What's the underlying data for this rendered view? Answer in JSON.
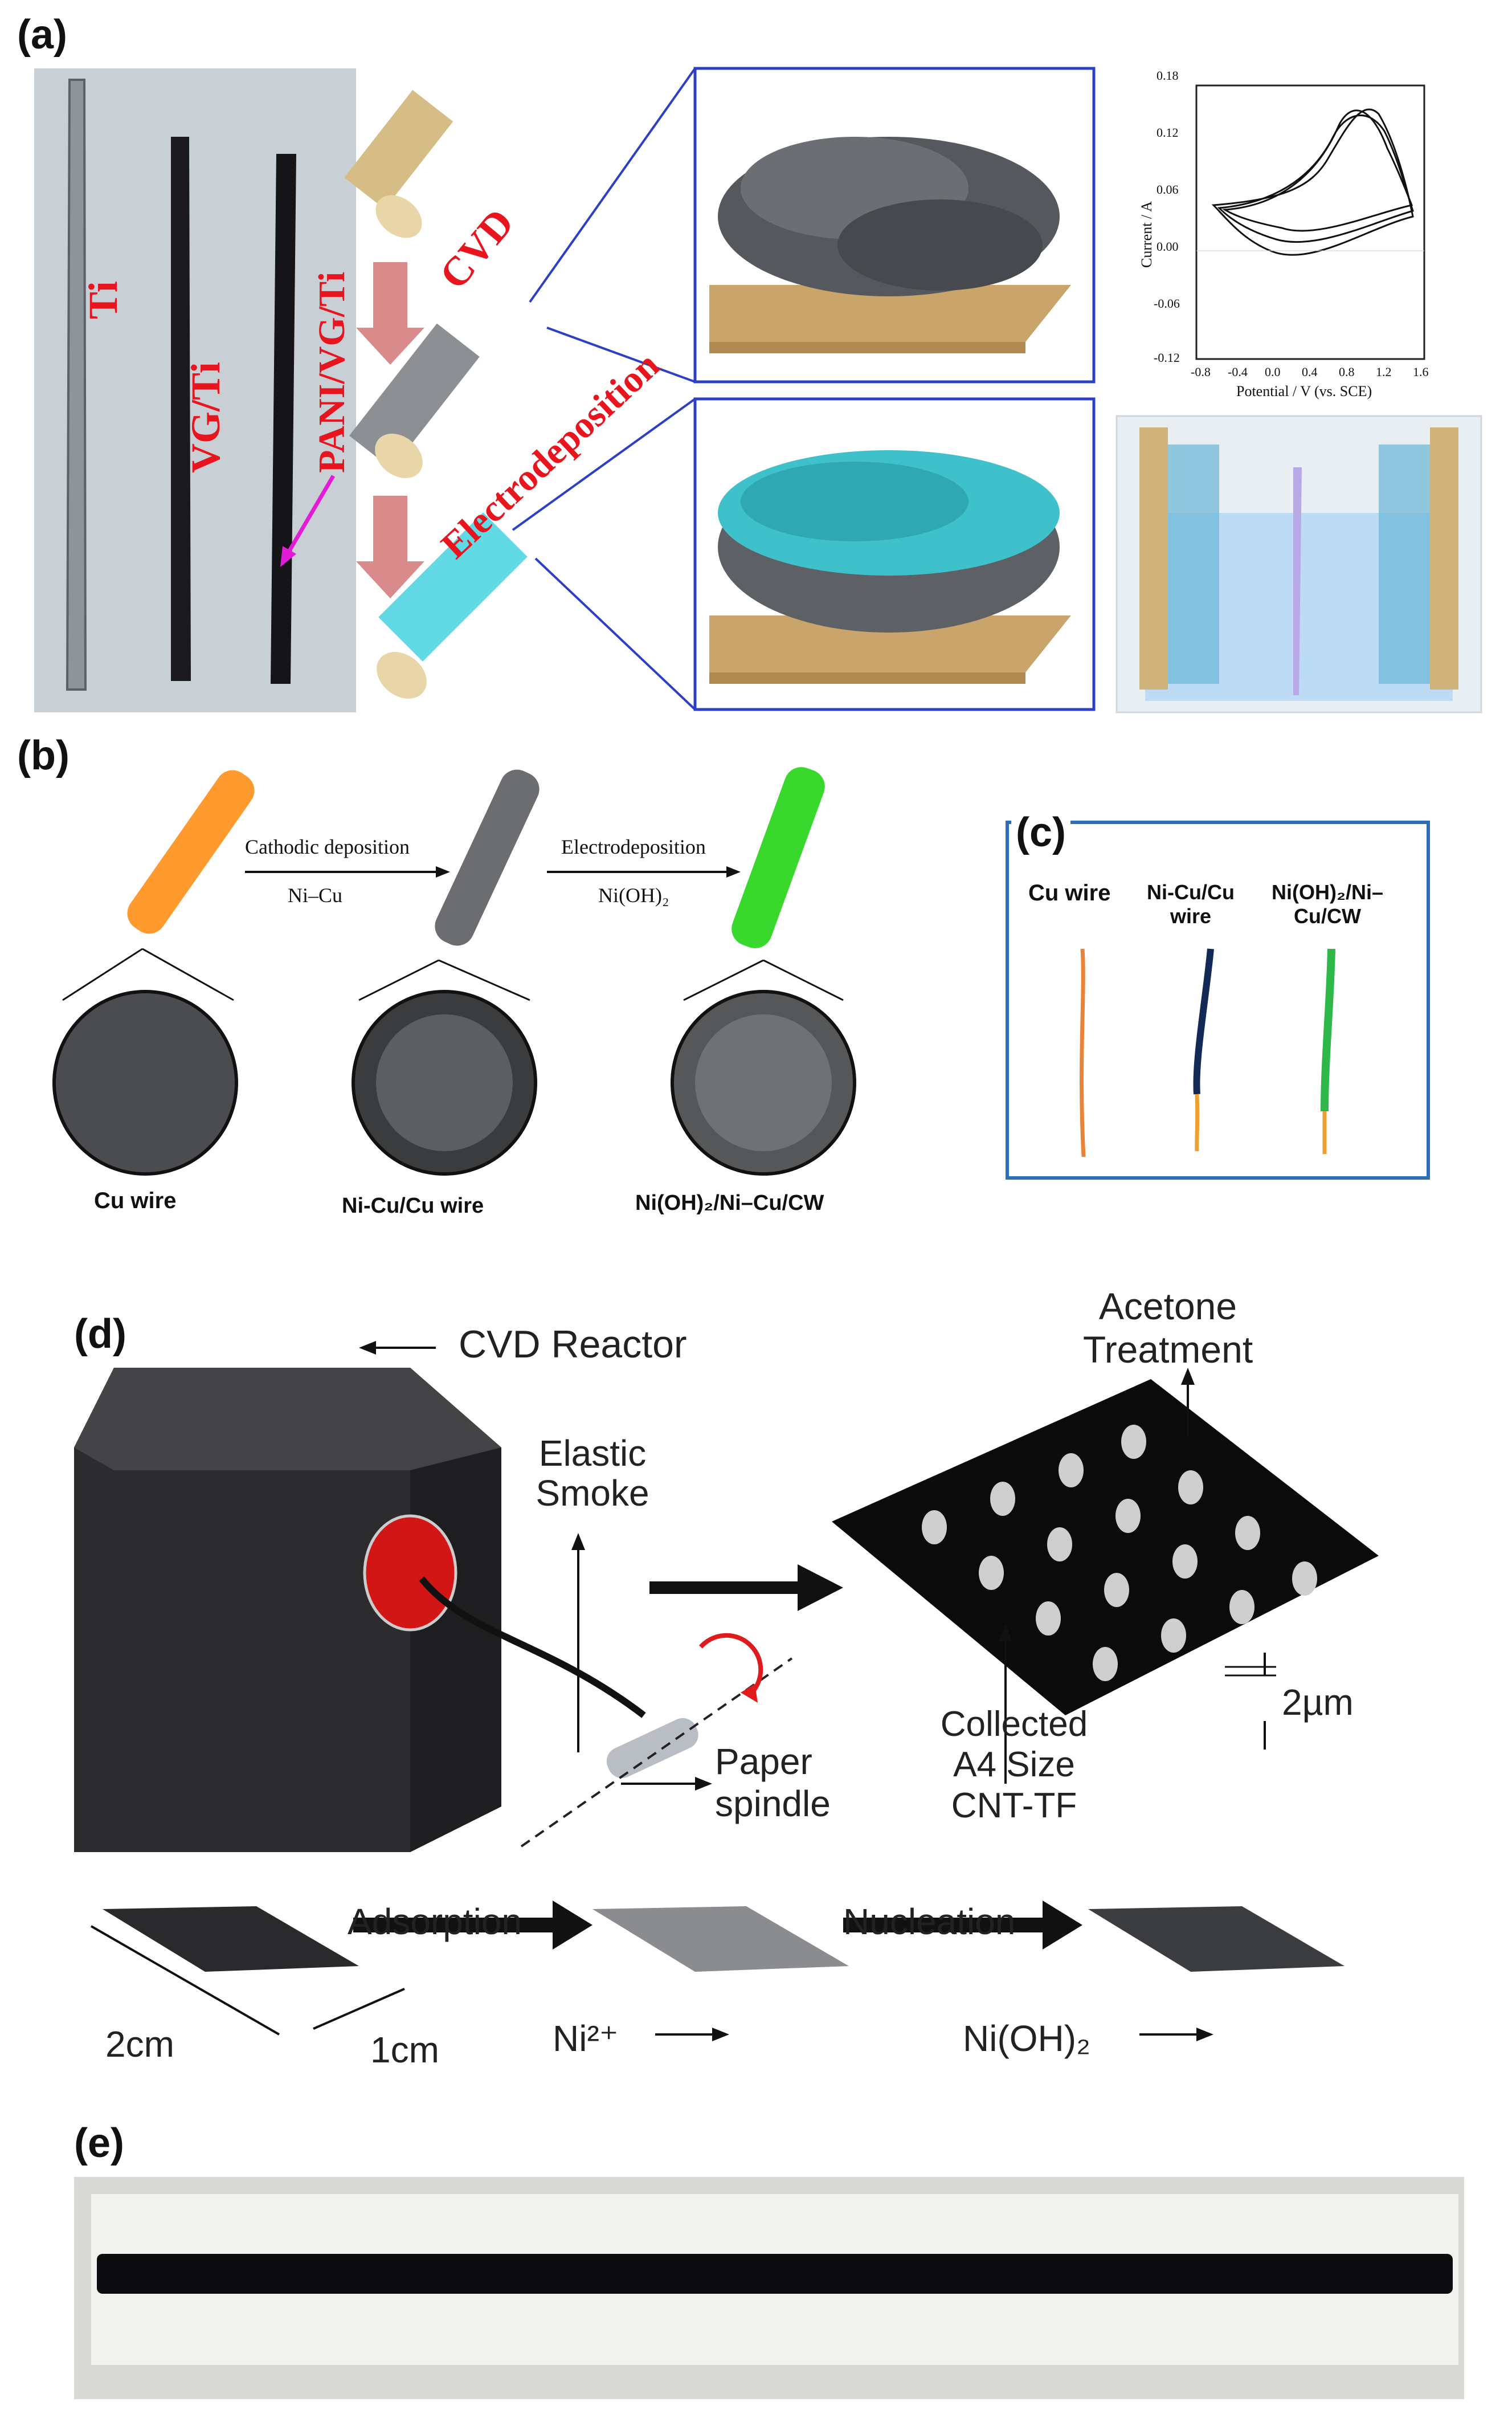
{
  "panels": {
    "a": "(a)",
    "b": "(b)",
    "c": "(c)",
    "d": "(d)",
    "e": "(e)"
  },
  "panel_a": {
    "photo_labels": [
      "Ti",
      "VG/Ti",
      "PANI/VG/Ti"
    ],
    "step1": "CVD",
    "step2": "Electrodeposition",
    "cv_plot": {
      "xlabel": "Potential / V (vs. SCE)",
      "ylabel": "Current / A",
      "xticks": [
        "-0.8",
        "-0.4",
        "0.0",
        "0.4",
        "0.8",
        "1.2",
        "1.6"
      ],
      "yticks": [
        "0.18",
        "0.12",
        "0.06",
        "0.00",
        "-0.06",
        "-0.12"
      ]
    }
  },
  "panel_b": {
    "step1_top": "Cathodic deposition",
    "step1_bottom": "Ni–Cu",
    "step2_top": "Electrodeposition",
    "step2_bottom": "Ni(OH)₂",
    "labels": [
      "Cu wire",
      "Ni-Cu/Cu wire",
      "Ni(OH)₂/Ni–Cu/CW"
    ]
  },
  "panel_c": {
    "labels": [
      "Cu wire",
      "Ni-Cu/Cu wire",
      "Ni(OH)₂/Ni–Cu/CW"
    ]
  },
  "panel_d": {
    "reactor": "CVD Reactor",
    "smoke": "Elastic Smoke",
    "spindle": "Paper spindle",
    "acetone": "Acetone Treatment",
    "collected": "Collected A4 Size CNT-TF",
    "thickness": "2µm",
    "adsorption": "Adsorption",
    "nucleation": "Nucleation",
    "dim_long": "2cm",
    "dim_short": "1cm",
    "ni_ion": "Ni²⁺",
    "nioh": "Ni(OH)₂"
  },
  "colors": {
    "label_red": "#e8141e",
    "frame_blue": "#2b3fc7",
    "rod_tan": "#d8c08a",
    "cyan": "#35c7d4",
    "green": "#39d82c",
    "orange": "#ff9a2e"
  }
}
